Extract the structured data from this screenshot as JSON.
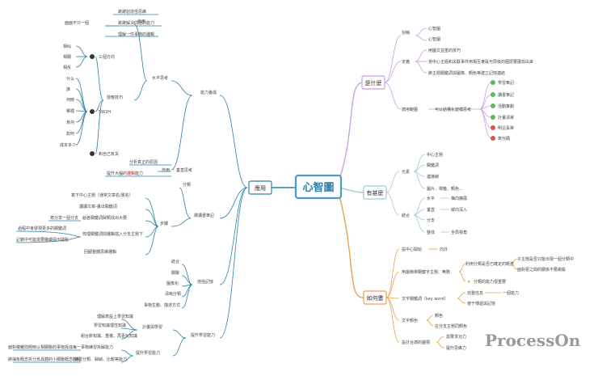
{
  "root": {
    "label": "心智圖"
  },
  "main_branches": {
    "use": {
      "label": "應用"
    },
    "what": {
      "label": "是什麼"
    },
    "has": {
      "label": "有甚麼"
    },
    "how": {
      "label": "如何畫"
    }
  },
  "left": {
    "ability": {
      "label": "能力養成",
      "think": {
        "label": "水平思考",
        "effect": {
          "label": "作用",
          "items": [
            "跳躍創造性思維",
            "跳躍解決問題的能力",
            "理解一件事物的邏輯"
          ],
          "sub": "面面不只一個"
        },
        "methods": {
          "label": "發散技巧",
          "three": {
            "label": "三個方向",
            "items": [
              "相似",
              "相關",
              "相反"
            ]
          },
          "w2h": {
            "label": "5W2H",
            "items": [
              "什么",
              "誰",
              "何時",
              "哪裡",
              "爲何",
              "如何",
              "成本多少"
            ]
          },
          "relate": {
            "label": "和自己有关"
          }
        }
      },
      "logic": {
        "label": "垂直思考",
        "effect": "作用",
        "items": [
          "分析真正的原因",
          "提升大腦的",
          "邏輯",
          "能力"
        ]
      }
    },
    "notes": {
      "label": "做讀書筆記",
      "summary": "分類",
      "steps": {
        "label": "步驟",
        "items": [
          "寫下中心主題（通常文章名/書名）",
          "讀讀文章-畫出關鍵詞",
          "給各關鍵詞歸類找出大要",
          "梳理關鍵詞間邏輯插入分支主題下",
          "回顧整體思維邏輯"
        ],
        "sub_a": "寫分享一個分支",
        "sub_b1": "過程中會發現更多的關鍵詞",
        "sub_b2": "記錄中可能需要繼續提出疑點"
      }
    },
    "memory": {
      "label": "增強記憶",
      "items": [
        "結合",
        "關聯",
        "圖像化",
        "清晰分類",
        "事物生動、描述方式"
      ]
    },
    "improve": {
      "label": "提升學習能力",
      "plan": {
        "label": "計畫與學習",
        "items": [
          "理解表設上學習知識",
          "學習知識理性知識",
          "組合新知識、重複、再更化知識"
        ]
      },
      "practice": {
        "label": "提升學習能力",
        "items": [
          "練習拆解能力",
          "練習分類、歸納、比較等能力"
        ],
        "sub_a": "面對複雜問題時以相關聯的事物拆成每一事物",
        "sub_b": "將抽象概念拆分爲具體的小關聯概念觀點"
      }
    }
  },
  "right": {
    "what": {
      "alias": {
        "label": "別稱",
        "items": [
          "心智圖",
          "心智圖"
        ]
      },
      "definition": {
        "label": "定義",
        "items": [
          "用圖文並重的技巧",
          "将中心主题和关联事件用相互隶属与层级的图层要展现出来",
          "將主題關鍵詞與圖像、顏色等建立記憶連結"
        ]
      },
      "usage": {
        "label": "適用範圍",
        "sub": "可以結構化建模思考",
        "items": [
          "學習筆記",
          "讀書筆記",
          "活動策劃",
          "計畫清單",
          "明這長單",
          "寫代碼"
        ]
      }
    },
    "has": {
      "elements": {
        "label": "元素",
        "items": [
          "中心主題",
          "關鍵詞",
          "連接線",
          "圖片、標籤、顏色..."
        ]
      },
      "structure": {
        "label": "結合",
        "pairs": [
          [
            "水平",
            "橫向擴展"
          ],
          [
            "垂直",
            "縱向深入"
          ],
          [
            "分支",
            ""
          ],
          [
            "整体",
            "全局視角"
          ]
        ]
      }
    },
    "how": {
      "center": {
        "label": "設中心開始",
        "value": "向外"
      },
      "keywords": {
        "label": "用最簡單關鍵字主題、無數",
        "item": "利用分類是否已確定的概念",
        "sub": [
          "子主題是否只能出現一個分類中",
          "面對更之間的關係不要跳級"
        ],
        "star": "分類的能力很重要"
      },
      "words": {
        "label": "文字關鍵詞（key word）",
        "items": [
          "完整信息",
          "一個能力",
          "使于傳遞與記憶"
        ]
      },
      "color": {
        "label": "文字顏色",
        "items": [
          "顏色",
          "在分支主題同顏色"
        ]
      },
      "image": {
        "label": "設計合適的圖標",
        "items": [
          "需要求功力",
          "提升思維力"
        ]
      }
    }
  },
  "watermark": "ProcessOn",
  "colors": {
    "root_border": "#4a9cbf",
    "left_branch": "#2d7fa8",
    "what_branch": "#c9a0e0",
    "has_branch": "#9ec9d6",
    "how_branch": "#e8a24a",
    "check": "#5cb85c",
    "cross": "#d9534f"
  }
}
